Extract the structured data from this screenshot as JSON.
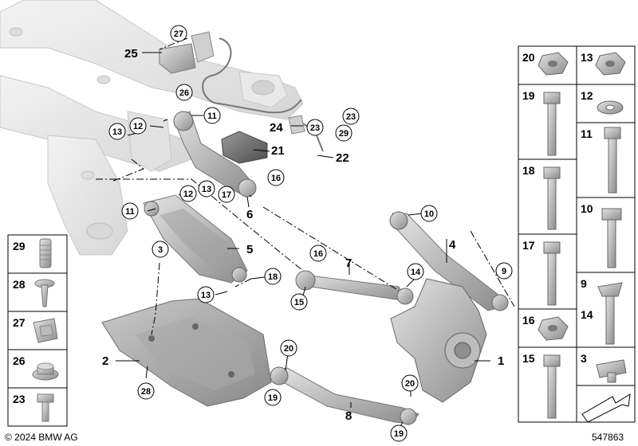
{
  "footer": {
    "copyright": "© 2024 BMW AG",
    "diagram_number": "547863"
  },
  "part_labels": {
    "p1": "1",
    "p2": "2",
    "p4": "4",
    "p5": "5",
    "p6": "6",
    "p7": "7",
    "p8": "8",
    "p21": "21",
    "p22": "22",
    "p24": "24",
    "p25": "25"
  },
  "callouts": {
    "c3": "3",
    "c10": "10",
    "c11a": "11",
    "c11b": "11",
    "c12a": "12",
    "c12b": "12",
    "c13a": "13",
    "c13b": "13",
    "c13c": "13",
    "c14": "14",
    "c15": "15",
    "c16a": "16",
    "c16b": "16",
    "c17": "17",
    "c18": "18",
    "c19a": "19",
    "c19b": "19",
    "c20a": "20",
    "c20b": "20",
    "c23a": "23",
    "c23b": "23",
    "c26": "26",
    "c27": "27",
    "c28": "28",
    "c29": "29",
    "c9": "9"
  },
  "left_panel": [
    "29",
    "28",
    "27",
    "26",
    "23"
  ],
  "right_panel": {
    "r1_left": "20",
    "r1_right": "13",
    "r2_left": "19",
    "r2_right": "12",
    "r3_right": "11",
    "r4_left": "18",
    "r4_right": "10",
    "r5_left": "17",
    "r5_right_top": "9",
    "r5_right_bottom": "14",
    "r6_left": "16",
    "r7_left": "15",
    "r7_right": "3"
  }
}
